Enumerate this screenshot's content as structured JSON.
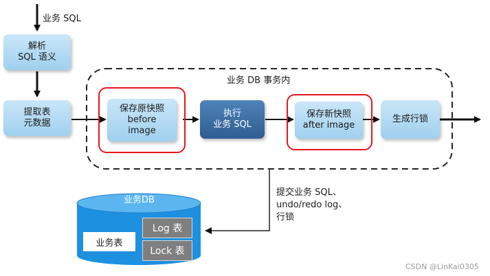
{
  "input_label": "业务 SQL",
  "parse_box": "解析\nSQL 语义",
  "extract_box": "提取表\n元数据",
  "transaction_title": "业务 DB 事务内",
  "before_image_box": "保存原快照\nbefore\nimage",
  "execute_box": "执行\n业务 SQL",
  "after_image_box": "保存新快照\nafter image",
  "row_lock_box": "生成行锁",
  "commit_note": "提交业务 SQL、\nundo/redo log、\n行锁",
  "db_title": "业务DB",
  "business_table": "业务表",
  "log_table": "Log 表",
  "lock_table": "Lock 表",
  "watermark": "CSDN @LinKai0305",
  "colors": {
    "box_light": "#b7ddf4",
    "box_dark": "#3b6ea3",
    "highlight_ring": "#e8141b",
    "cylinder": "#1e90e0",
    "grey_table": "#7f7f7f"
  }
}
